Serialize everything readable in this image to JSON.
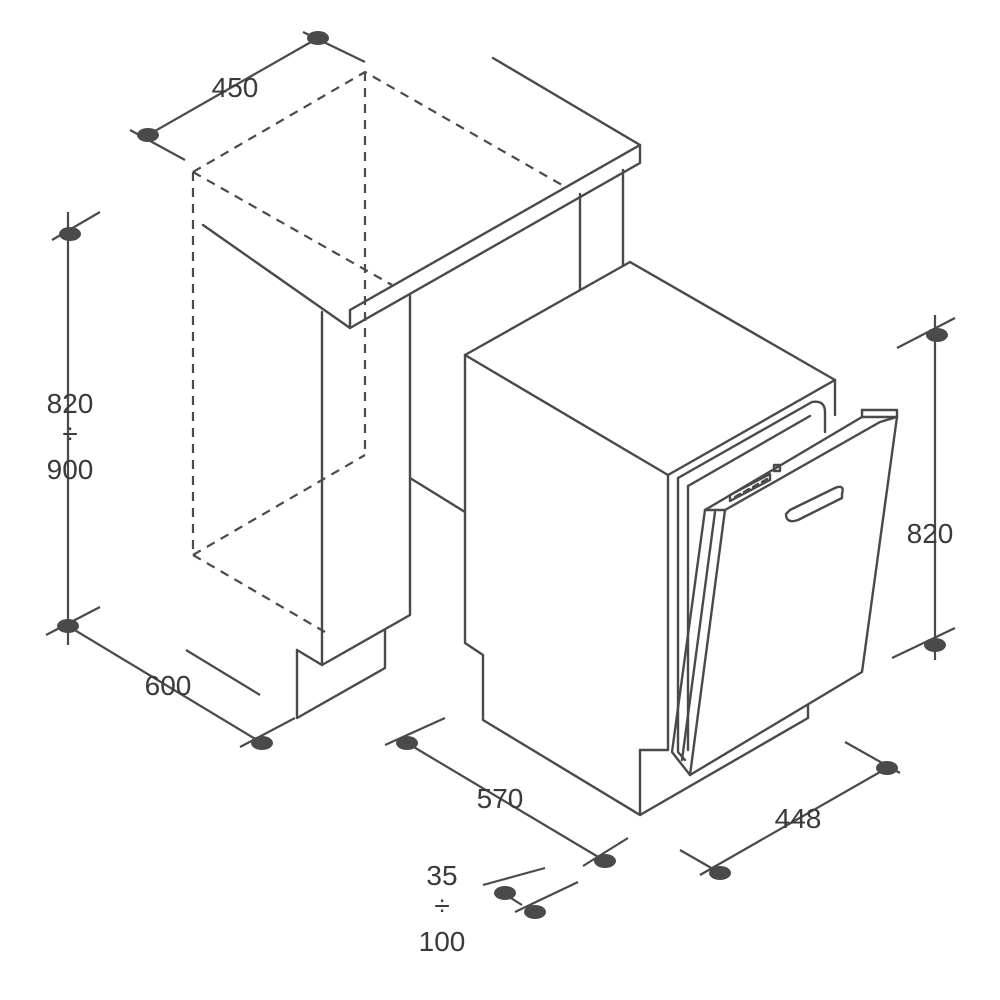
{
  "dimensions": {
    "niche_width": "450",
    "niche_height_min": "820",
    "divide_sign": "÷",
    "niche_height_max": "900",
    "niche_depth": "600",
    "appliance_depth": "570",
    "appliance_height": "820",
    "appliance_width": "448",
    "plinth_min": "35",
    "plinth_divide_sign": "÷",
    "plinth_max": "100"
  },
  "colors": {
    "line": "#4a4a4a",
    "text": "#3a3a3a",
    "background": "#ffffff"
  }
}
